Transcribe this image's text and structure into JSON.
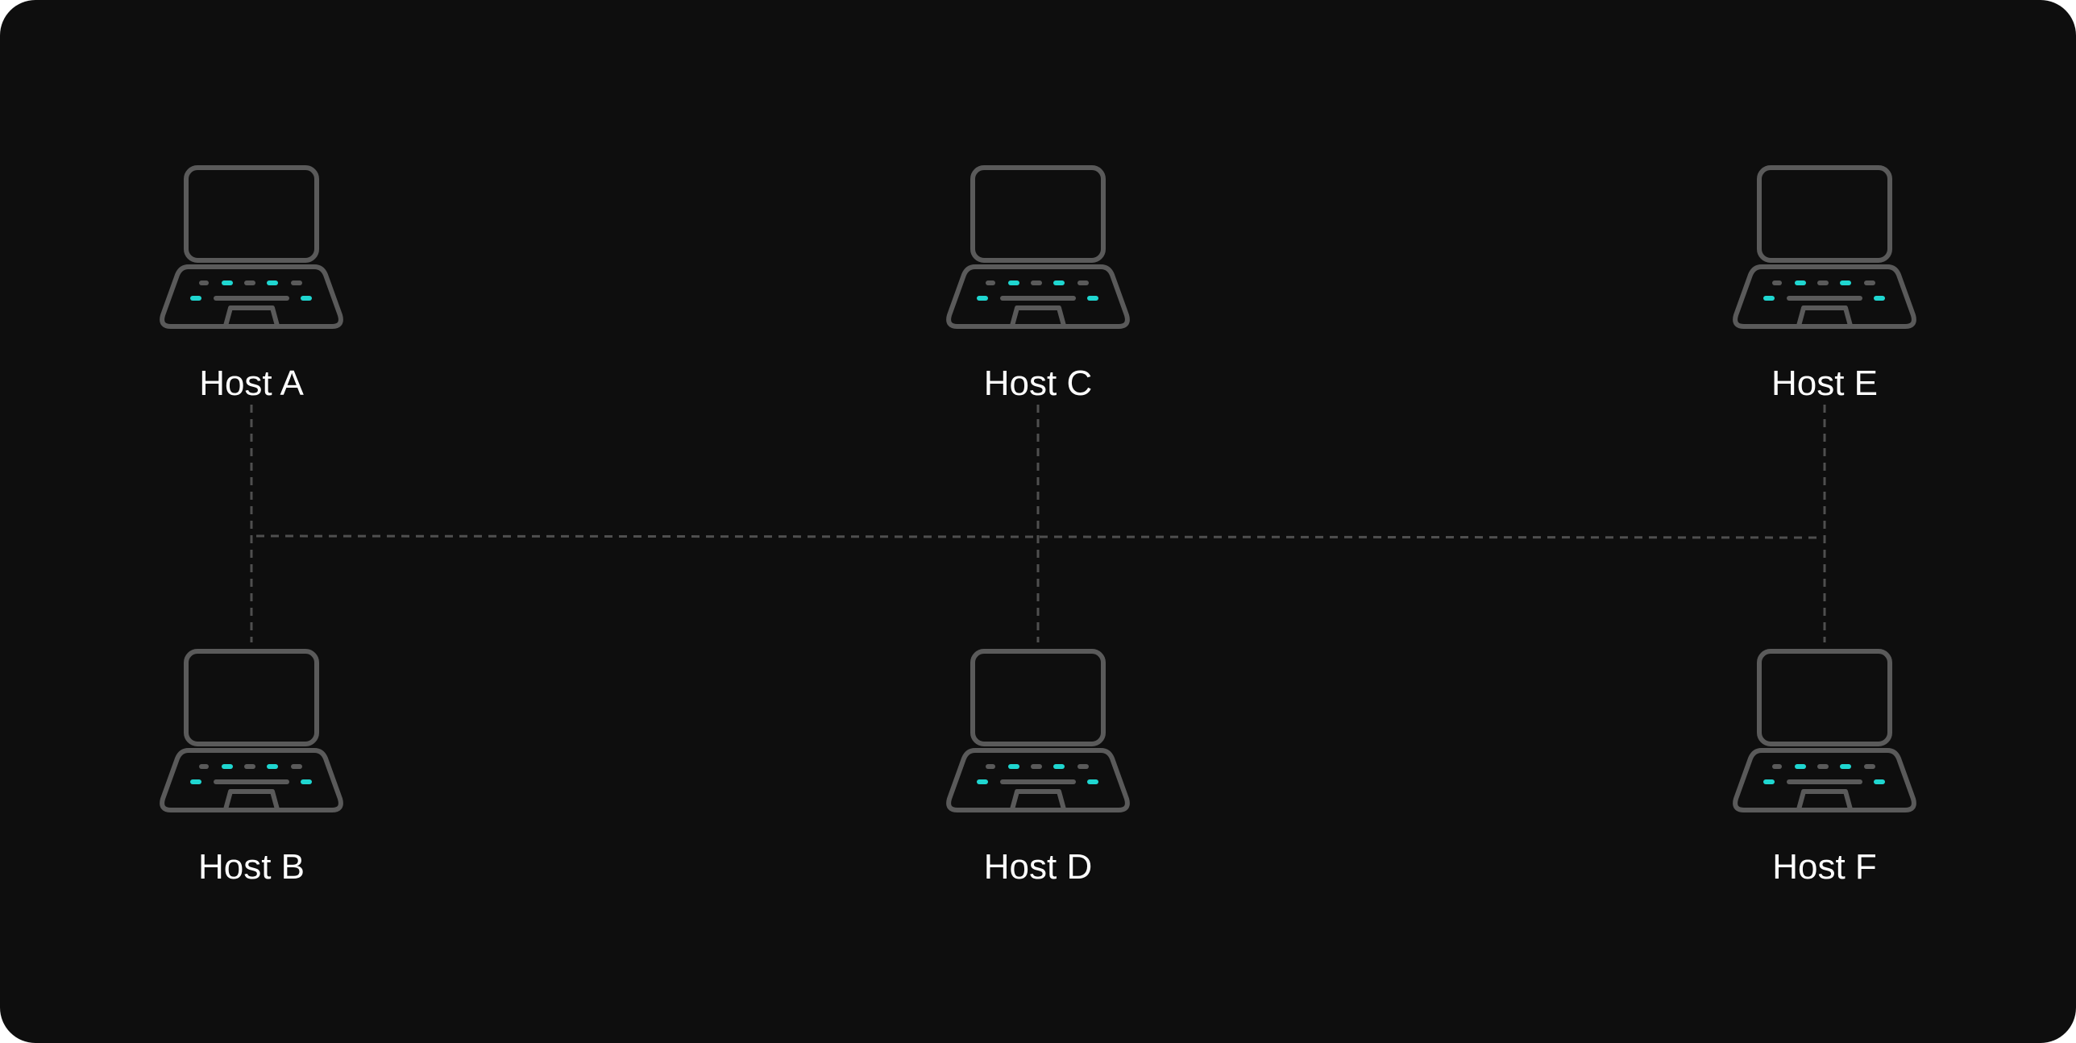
{
  "colors": {
    "background": "#0e0e0e",
    "outline": "#5a5a5a",
    "accent": "#1fd6d0",
    "connector": "#4f4f4f",
    "label": "#ffffff"
  },
  "hosts": [
    {
      "id": "a",
      "label": "Host A",
      "icon": "laptop-icon"
    },
    {
      "id": "b",
      "label": "Host B",
      "icon": "laptop-icon"
    },
    {
      "id": "c",
      "label": "Host C",
      "icon": "laptop-icon"
    },
    {
      "id": "d",
      "label": "Host D",
      "icon": "laptop-icon"
    },
    {
      "id": "e",
      "label": "Host E",
      "icon": "laptop-icon"
    },
    {
      "id": "f",
      "label": "Host F",
      "icon": "laptop-icon"
    }
  ],
  "connections": [
    {
      "from": "a",
      "to": "b",
      "style": "dashed"
    },
    {
      "from": "c",
      "to": "d",
      "style": "dashed"
    },
    {
      "from": "e",
      "to": "f",
      "style": "dashed"
    },
    {
      "from": "a",
      "to": "e",
      "style": "dashed",
      "kind": "shared-bus"
    }
  ]
}
